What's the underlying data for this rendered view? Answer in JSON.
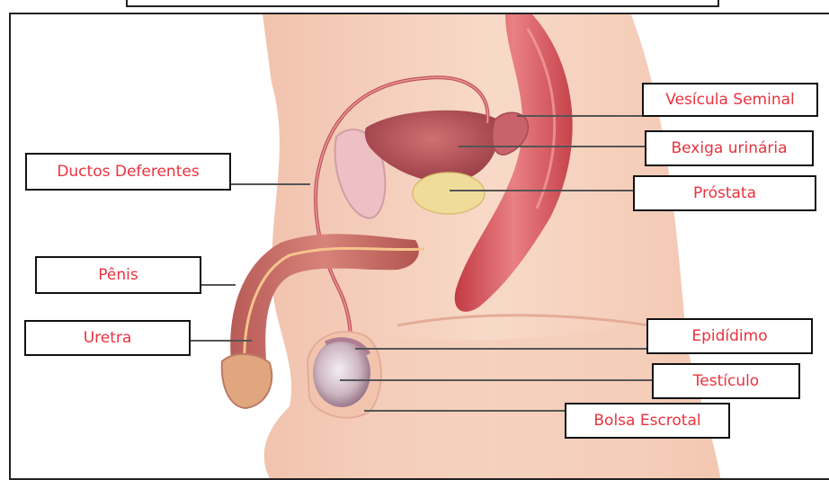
{
  "labels": {
    "vesicula_seminal": "Vesícula Seminal",
    "bexiga_urinaria": "Bexiga urinária",
    "prostata": "Próstata",
    "ductos_deferentes": "Ductos Deferentes",
    "penis": "Pênis",
    "uretra": "Uretra",
    "epididimo": "Epidídimo",
    "testiculo": "Testículo",
    "bolsa_escrotal": "Bolsa Escrotal"
  },
  "colors": {
    "label_text": "#e8333e",
    "skin": "#f6d2bf",
    "rectum": "#d8545a",
    "bladder": "#b9545a",
    "prostate": "#f0dc9a",
    "testicle": "#cbb6c0"
  }
}
